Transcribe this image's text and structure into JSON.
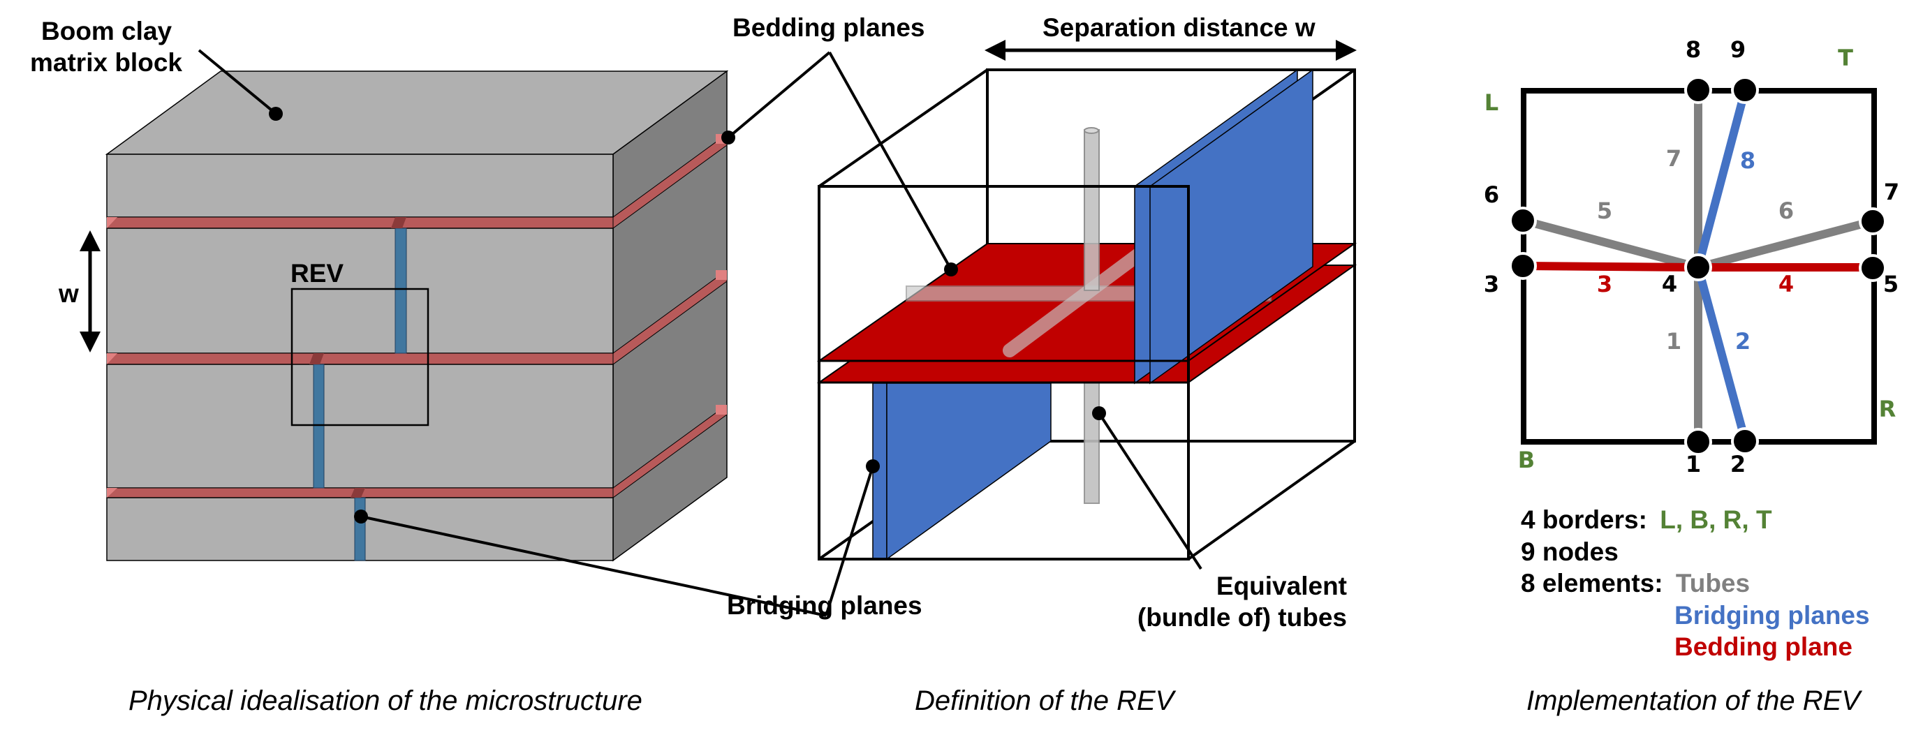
{
  "colors": {
    "clay_front": "#b0b0b0",
    "clay_side": "#808080",
    "bedding_3d": "#b85a5a",
    "bedding_light": "#e08080",
    "bridging_3d": "#41779f",
    "bedding_plane": "#c00000",
    "bridging_plane": "#4472c4",
    "tube": "#c0c0c0",
    "tube_element": "#808080",
    "border_label": "#548235"
  },
  "panel_left": {
    "label_block": [
      "Boom clay",
      "matrix block"
    ],
    "label_rev": "REV",
    "label_w": "w",
    "caption": "Physical idealisation of the microstructure"
  },
  "panel_middle": {
    "label_bedding": "Bedding planes",
    "label_separation": "Separation distance w",
    "label_bridging": "Bridging planes",
    "label_tubes": [
      "Equivalent",
      "(bundle of) tubes"
    ],
    "caption": "Definition of the REV"
  },
  "panel_right": {
    "borders": {
      "L": "L",
      "B": "B",
      "R": "R",
      "T": "T"
    },
    "nodes": [
      "1",
      "2",
      "3",
      "4",
      "5",
      "6",
      "7",
      "8",
      "9"
    ],
    "elements": {
      "e1": "1",
      "e2": "2",
      "e3": "3",
      "e4": "4",
      "e5": "5",
      "e6": "6",
      "e7": "7",
      "e8": "8"
    },
    "legend": {
      "borders_prefix": "4 borders:",
      "borders_value": "L, B, R, T",
      "nodes": "9 nodes",
      "elements_prefix": "8 elements:",
      "tubes": "Tubes",
      "bridging": "Bridging planes",
      "bedding": "Bedding plane"
    },
    "caption": "Implementation of the REV"
  }
}
